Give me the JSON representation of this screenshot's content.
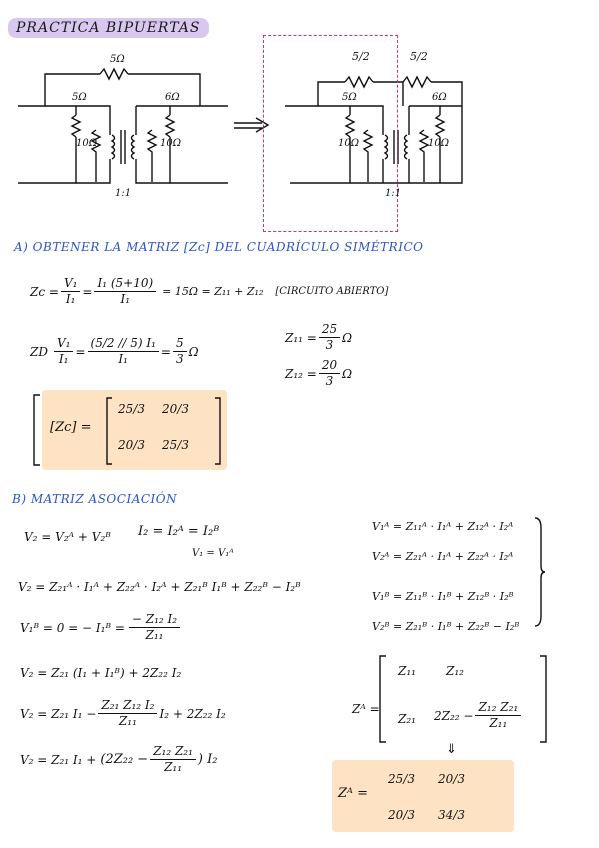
{
  "title": "PRACTICA BIPUERTAS",
  "circuit_left": {
    "r_top": "5Ω",
    "r_left_top": "5Ω",
    "r_right_top": "6Ω",
    "r_left_shunt": "10Ω",
    "r_right_shunt": "10Ω",
    "ratio": "1:1"
  },
  "circuit_right": {
    "r_top1": "5/2",
    "r_top2": "5/2",
    "r_left_top": "5Ω",
    "r_right_top": "6Ω",
    "r_left_shunt": "10Ω",
    "r_right_shunt": "10Ω",
    "ratio": "1:1"
  },
  "section_a": {
    "heading": "A) OBTENER LA MATRIZ [Zc] DEL CUADRÍCULO SIMÉTRICO",
    "eq1_lhs": "Zc =",
    "eq1_f1n": "V₁",
    "eq1_f1d": "I₁",
    "eq1_f2n": "I₁ (5+10)",
    "eq1_f2d": "I₁",
    "eq1_rhs": "= 15Ω = Z₁₁ + Z₁₂",
    "eq1_note": "[CIRCUITO ABIERTO]",
    "eq2_lhs": "ZD",
    "eq2_f1n": "V₁",
    "eq2_f1d": "I₁",
    "eq2_f2n": "(5/2 // 5) I₁",
    "eq2_f2d": "I₁",
    "eq2_eq": "=",
    "eq2_f3n": "5",
    "eq2_f3d": "3",
    "eq2_unit": "Ω",
    "z11_lhs": "Z₁₁ =",
    "z11_n": "25",
    "z11_d": "3",
    "z11_unit": "Ω",
    "z12_lhs": "Z₁₂ =",
    "z12_n": "20",
    "z12_d": "3",
    "z12_unit": "Ω",
    "matrix_label": "[Zc] =",
    "matrix": [
      "25/3",
      "20/3",
      "20/3",
      "25/3"
    ]
  },
  "section_b": {
    "heading": "B) MATRIZ ASOCIACIÓN",
    "l1": "V₂ = V₂ᴬ + V₂ᴮ",
    "l1b": "I₂ = I₂ᴬ = I₂ᴮ",
    "l1c": "V₁ = V₁ᴬ",
    "l2": "V₂ = Z₂₁ᴬ · I₁ᴬ + Z₂₂ᴬ · I₂ᴬ + Z₂₁ᴮ I₁ᴮ + Z₂₂ᴮ − I₂ᴮ",
    "l3_lhs": "V₁ᴮ = 0 = − I₁ᴮ =",
    "l3_n": "− Z₁₂ I₂",
    "l3_d": "Z₁₁",
    "l4": "V₂ = Z₂₁ (I₁ + I₁ᴮ) + 2Z₂₂ I₂",
    "l5_a": "V₂ = Z₂₁ I₁ −",
    "l5_n": "Z₂₁ Z₁₂ I₂",
    "l5_d": "Z₁₁",
    "l5_b": "I₂ + 2Z₂₂ I₂",
    "l6_a": "V₂ = Z₂₁ I₁ +",
    "l6_b": "(2Z₂₂ −",
    "l6_n": "Z₁₂ Z₂₁",
    "l6_d": "Z₁₁",
    "l6_c": ") I₂",
    "sys1": "V₁ᴬ = Z₁₁ᴬ · I₁ᴬ + Z₁₂ᴬ · I₂ᴬ",
    "sys2": "V₂ᴬ = Z₂₁ᴬ · I₁ᴬ + Z₂₂ᴬ · I₂ᴬ",
    "sys3": "V₁ᴮ = Z₁₁ᴮ · I₁ᴮ + Z₁₂ᴮ · I₂ᴮ",
    "sys4": "V₂ᴮ = Z₂₁ᴮ · I₁ᴮ + Z₂₂ᴮ − I₂ᴮ",
    "za_label": "Zᴬ =",
    "za_m11": "Z₁₁",
    "za_m12": "Z₁₂",
    "za_m21": "Z₂₁",
    "za_m22a": "2Z₂₂ −",
    "za_m22n": "Z₁₂ Z₂₁",
    "za_m22d": "Z₁₁",
    "arrow": "⇓",
    "final_label": "Zᴬ =",
    "final_matrix": [
      "25/3",
      "20/3",
      "20/3",
      "34/3"
    ]
  }
}
